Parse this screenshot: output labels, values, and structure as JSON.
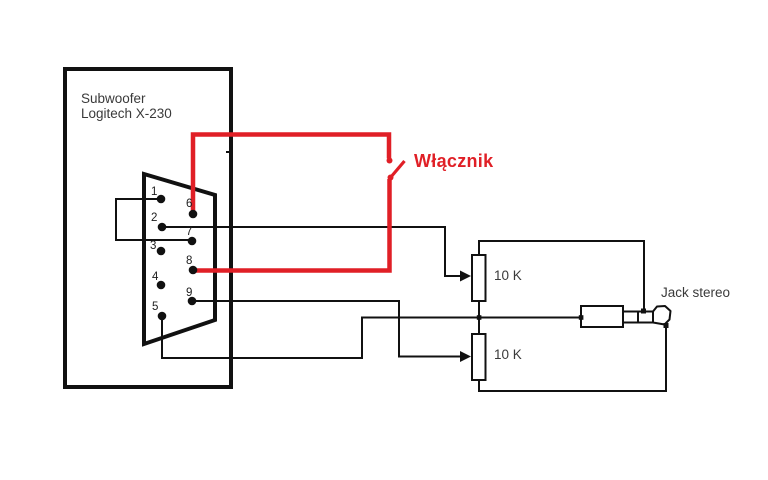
{
  "labels": {
    "device_line1": "Subwoofer",
    "device_line2": "Logitech X-230",
    "switch": "Włącznik",
    "pot_top": "10 K",
    "pot_bottom": "10 K",
    "jack": "Jack stereo"
  },
  "pins": [
    "1",
    "2",
    "3",
    "4",
    "5",
    "6",
    "7",
    "8",
    "9"
  ],
  "colors": {
    "background": "#ffffff",
    "ink": "#111111",
    "accent_red": "#e01f26",
    "label_text": "#3a3a3a"
  }
}
